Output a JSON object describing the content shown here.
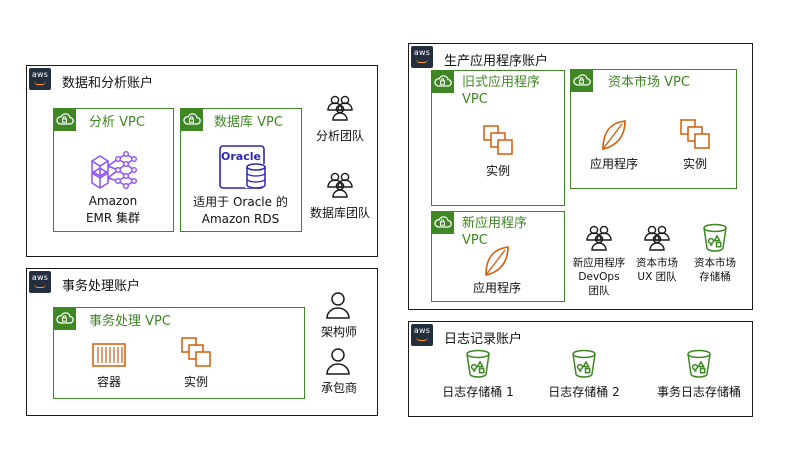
{
  "accounts": {
    "data_analytics": {
      "title": "数据和分析账户",
      "vpc_analytics": {
        "title": "分析 VPC",
        "service_line1": "Amazon",
        "service_line2": "EMR 集群"
      },
      "vpc_database": {
        "title": "数据库 VPC",
        "oracle_label": "Oracle",
        "service_line1": "适用于 Oracle 的",
        "service_line2": "Amazon RDS"
      },
      "teams": [
        {
          "label": "分析团队"
        },
        {
          "label": "数据库团队"
        }
      ]
    },
    "transaction": {
      "title": "事务处理账户",
      "vpc": {
        "title": "事务处理 VPC",
        "container_label": "容器",
        "instance_label": "实例"
      },
      "roles": [
        {
          "label": "架构师"
        },
        {
          "label": "承包商"
        }
      ]
    },
    "production": {
      "title": "生产应用程序账户",
      "vpc_legacy": {
        "title_line1": "旧式应用程序",
        "title_line2": "VPC",
        "instance_label": "实例"
      },
      "vpc_capital": {
        "title": "资本市场 VPC",
        "app_label": "应用程序",
        "instance_label": "实例"
      },
      "vpc_new": {
        "title_line1": "新应用程序",
        "title_line2": "VPC",
        "app_label": "应用程序"
      },
      "groups": [
        {
          "line1": "新应用程序",
          "line2": "DevOps",
          "line3": "团队"
        },
        {
          "line1": "资本市场",
          "line2": "UX 团队"
        },
        {
          "line1": "资本市场",
          "line2": "存储桶"
        }
      ]
    },
    "logging": {
      "title": "日志记录账户",
      "buckets": [
        {
          "label": "日志存储桶 1"
        },
        {
          "label": "日志存储桶 2"
        },
        {
          "label": "事务日志存储桶"
        }
      ]
    }
  },
  "aws_logo_text": "aws",
  "colors": {
    "vpc_green": "#3f8624",
    "compute_orange": "#d45b07",
    "analytics_purple": "#8c4fff",
    "database_blue": "#2e27ad",
    "aws_navy": "#232f3e"
  }
}
